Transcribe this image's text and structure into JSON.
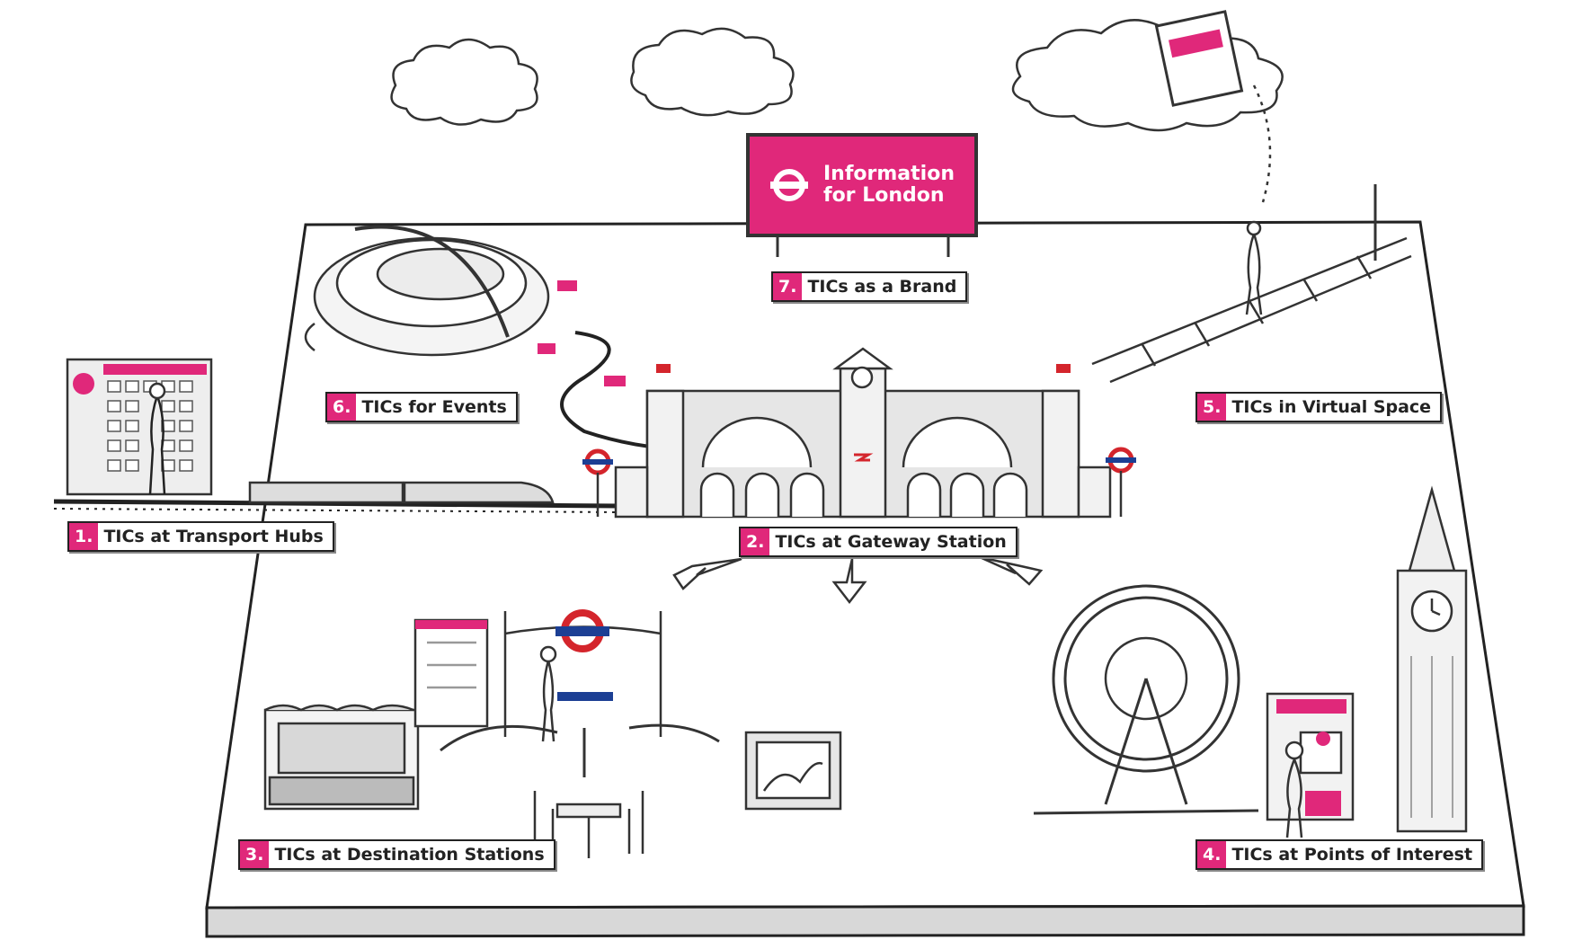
{
  "brand": {
    "line1": "Information",
    "line2": "for London",
    "icon": "roundel-icon"
  },
  "labels": [
    {
      "num": "1.",
      "text": "TICs at Transport Hubs"
    },
    {
      "num": "2.",
      "text": "TICs at Gateway Station"
    },
    {
      "num": "3.",
      "text": "TICs at Destination Stations"
    },
    {
      "num": "4.",
      "text": "TICs at Points of Interest"
    },
    {
      "num": "5.",
      "text": "TICs in Virtual Space"
    },
    {
      "num": "6.",
      "text": "TICs for Events"
    },
    {
      "num": "7.",
      "text": "TICs as a Brand"
    }
  ],
  "colors": {
    "accent": "#e0287a",
    "ink": "#222222",
    "underground_red": "#d4252c",
    "underground_blue": "#1c3f94"
  },
  "icons": [
    "cloud-icon",
    "stadium-icon",
    "train-icon",
    "kiosk-icon",
    "station-icon",
    "ferris-wheel-icon",
    "clock-tower-icon",
    "theatre-icon",
    "restaurant-icon",
    "painting-icon",
    "walkway-icon",
    "tablet-icon"
  ]
}
